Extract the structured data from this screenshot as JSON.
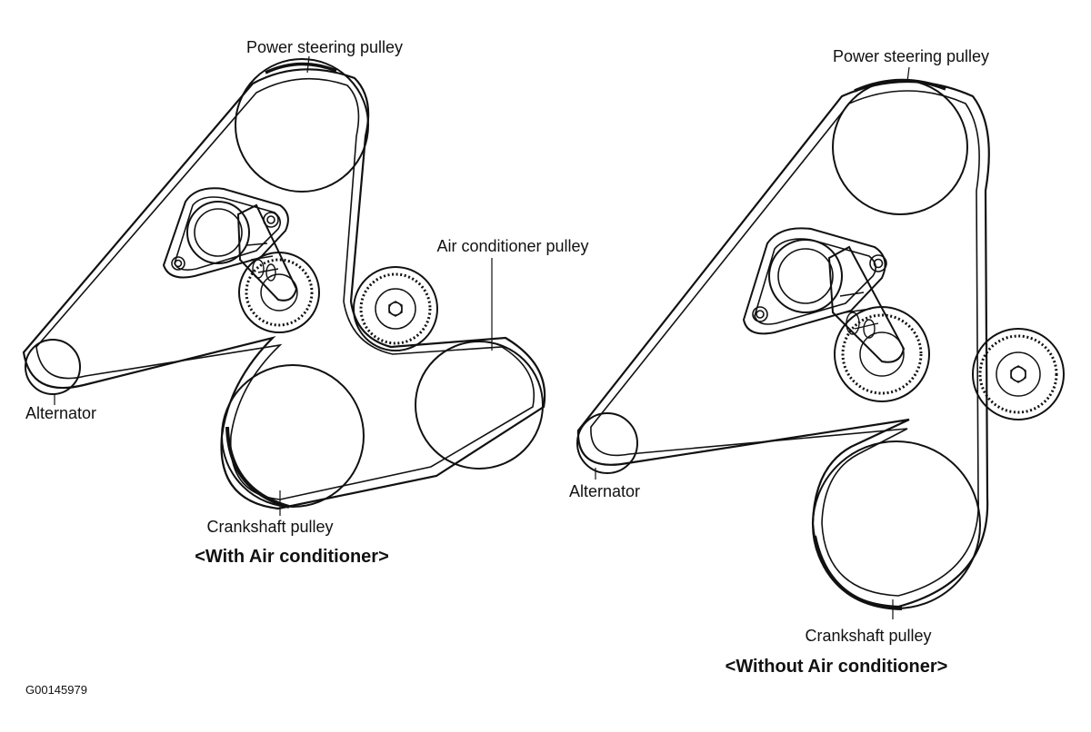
{
  "left_diagram": {
    "labels": {
      "power_steering": "Power steering pulley",
      "air_conditioner": "Air conditioner pulley",
      "alternator": "Alternator",
      "crankshaft": "Crankshaft pulley"
    },
    "caption": "<With Air conditioner>"
  },
  "right_diagram": {
    "labels": {
      "power_steering": "Power steering pulley",
      "alternator": "Alternator",
      "crankshaft": "Crankshaft pulley"
    },
    "caption": "<Without Air conditioner>"
  },
  "figure_code": "G00145979",
  "colors": {
    "ink": "#111111",
    "paper": "#ffffff"
  },
  "icons": [
    "pulley",
    "ribbed-idler-pulley",
    "tensioner-assembly",
    "belt-path"
  ]
}
